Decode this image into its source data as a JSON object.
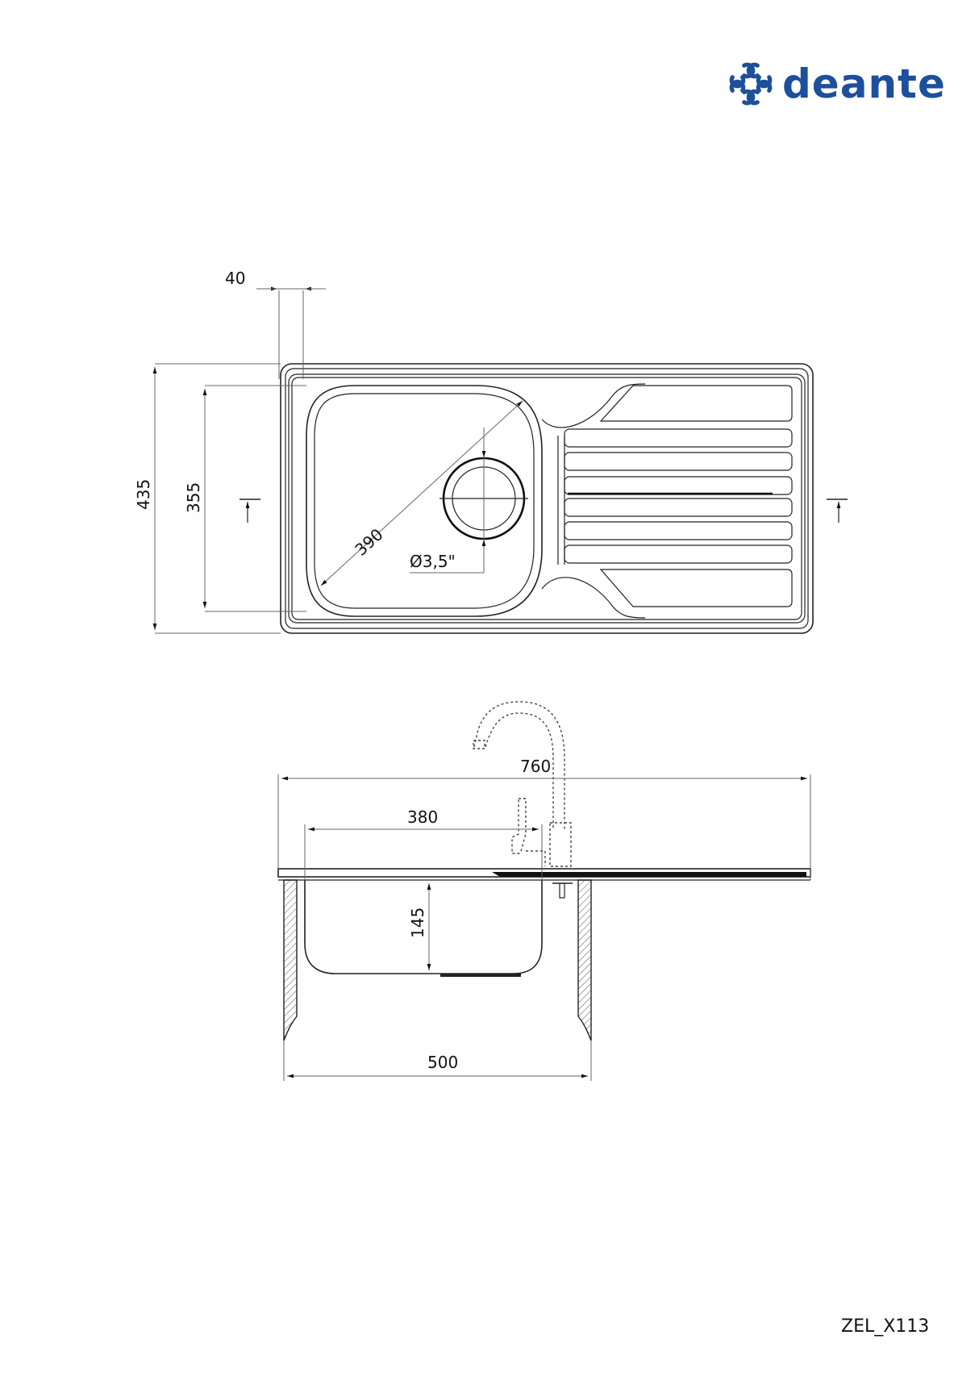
{
  "brand": {
    "name": "deante",
    "color": "#1d4f9c",
    "logo_icon": "deante-swirl-logo-icon"
  },
  "drawing_code": "ZEL_X113",
  "top_view": {
    "dimensions": {
      "overall_depth": "435",
      "bowl_depth_inner": "355",
      "rim_offset": "40",
      "bowl_diagonal": "390",
      "drain_diameter": "Ø3,5\""
    },
    "section_marker_icon": "section-cut-arrow-icon"
  },
  "side_view": {
    "dimensions": {
      "overall_width": "760",
      "bowl_width": "380",
      "bowl_height": "145",
      "cabinet_width": "500"
    },
    "faucet_icon": "faucet-outline-dashed-icon"
  }
}
